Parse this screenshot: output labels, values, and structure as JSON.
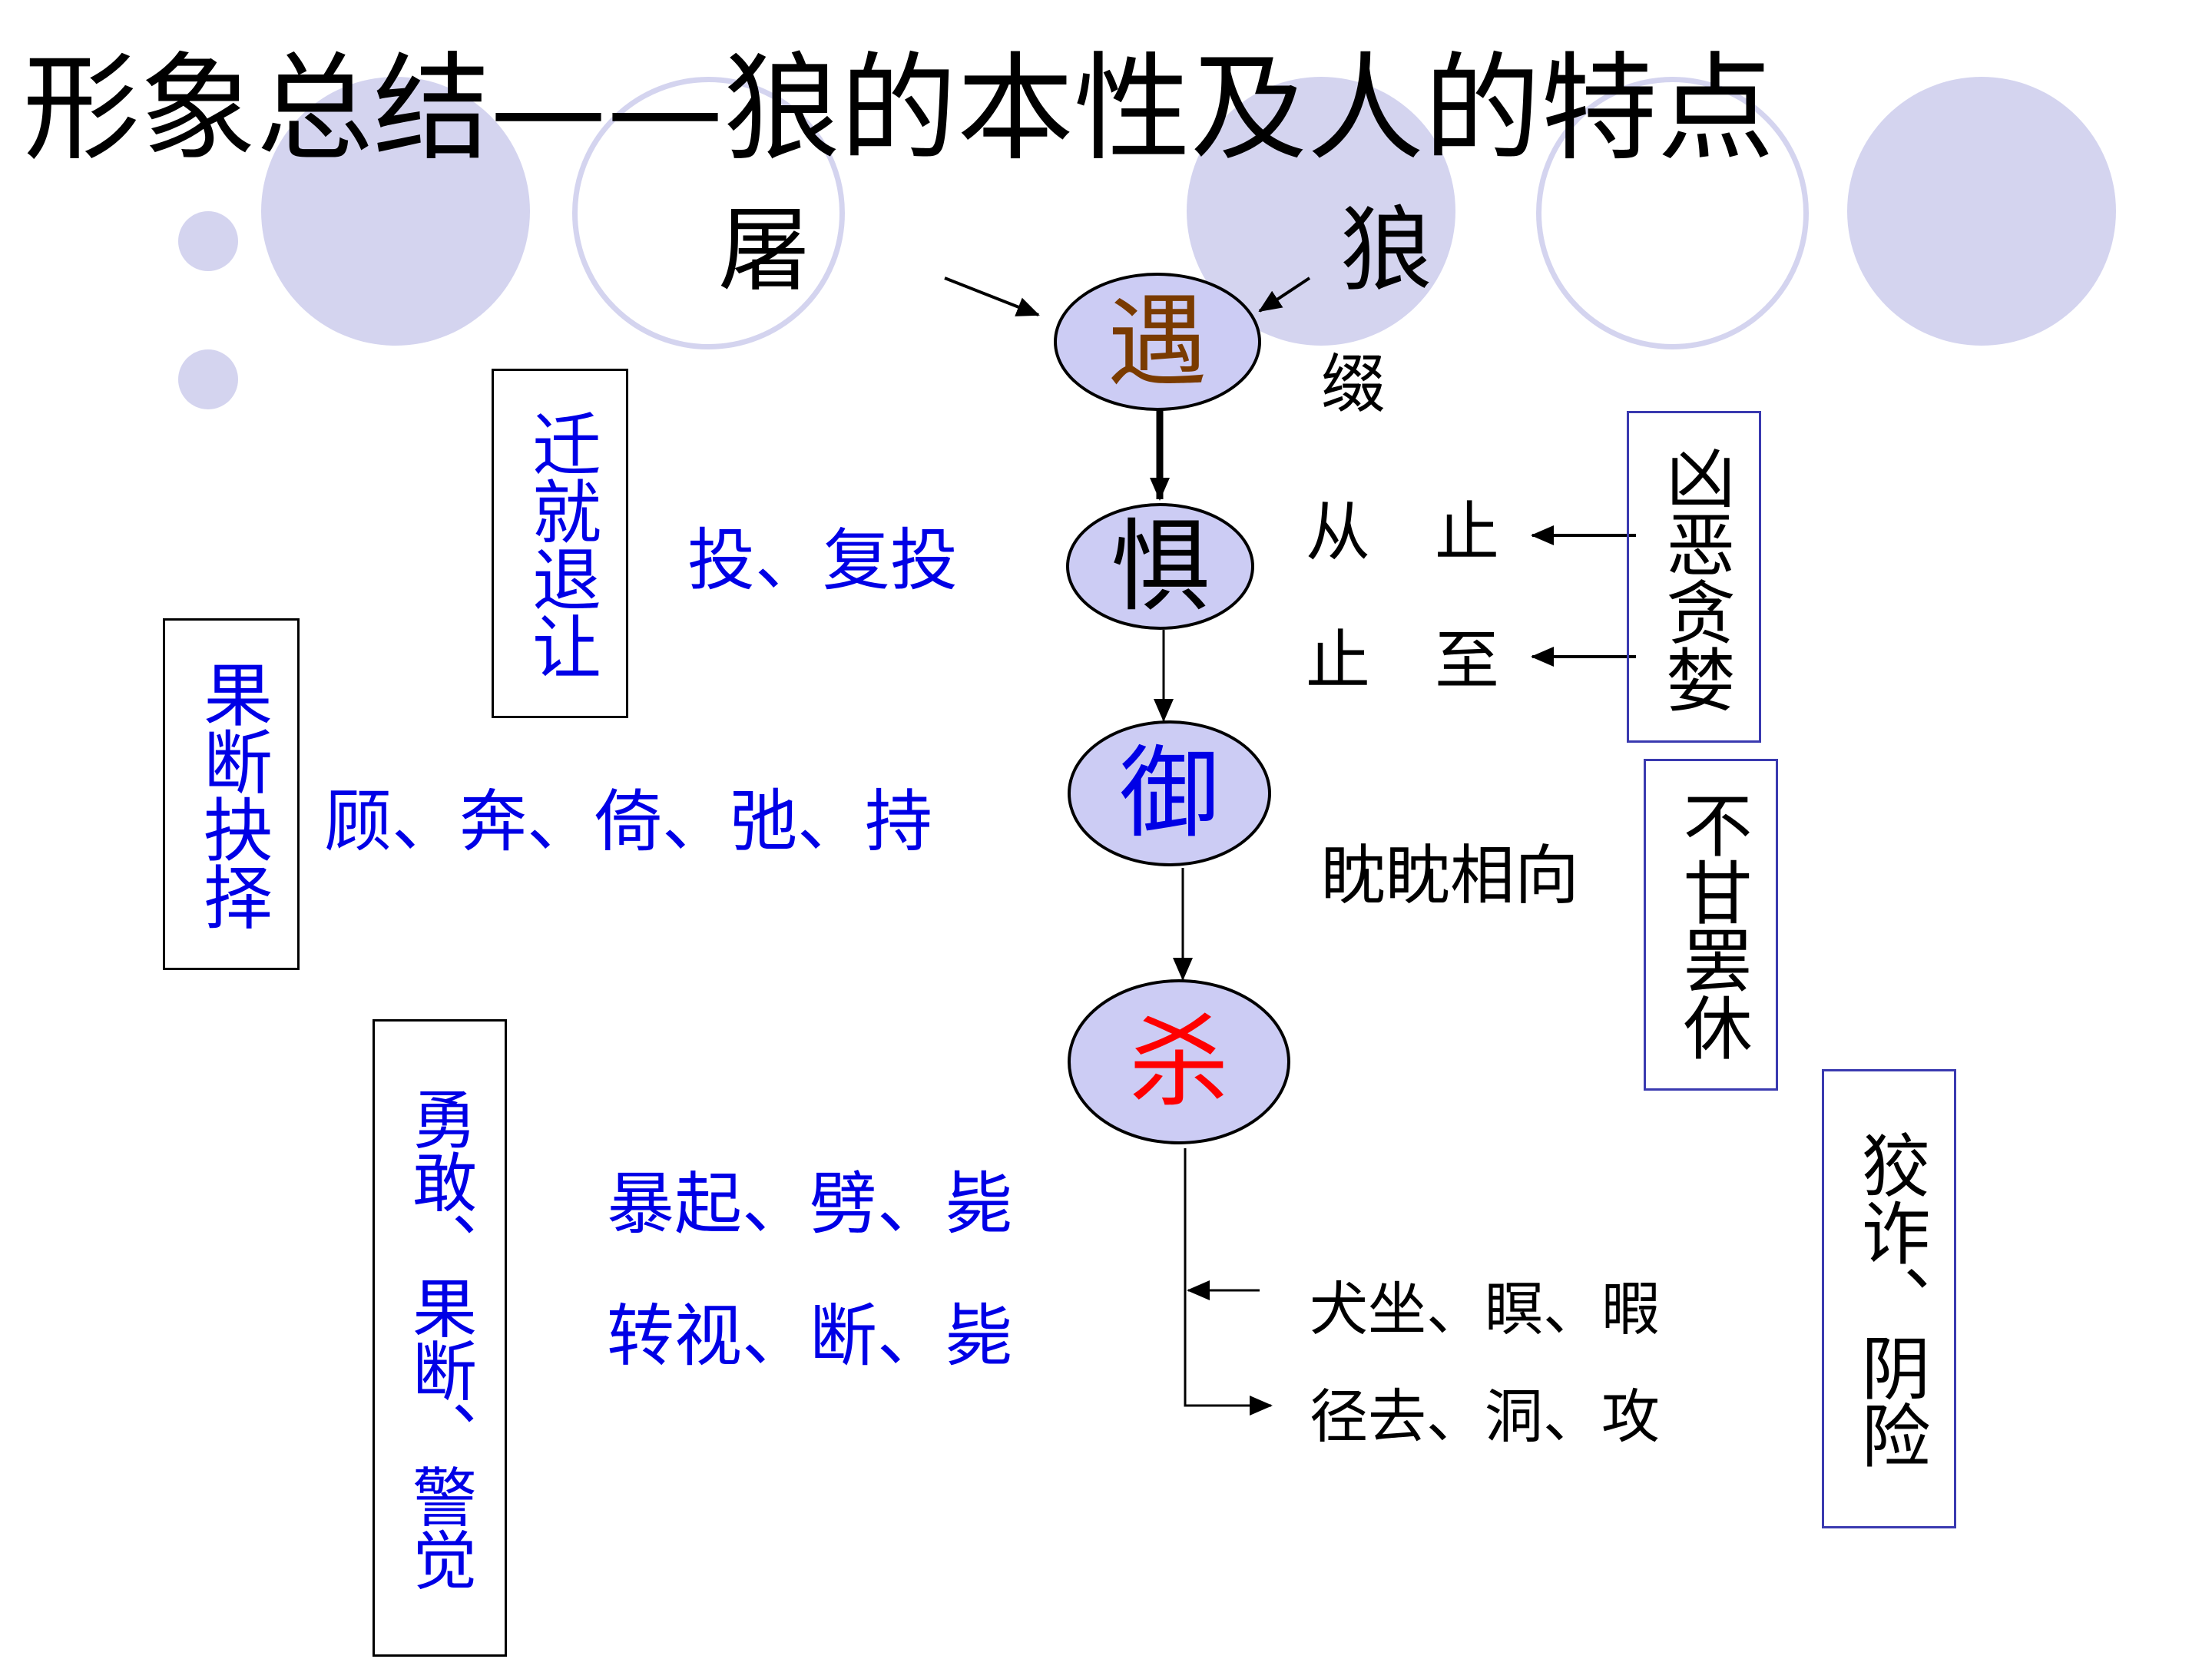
{
  "title": "形象总结——狼的本性及人的特点",
  "top_labels": {
    "butcher": "屠",
    "wolf": "狼"
  },
  "nodes": [
    {
      "id": "yu",
      "label": "遇",
      "color": "#7a3b00"
    },
    {
      "id": "ju",
      "label": "惧",
      "color": "#000000"
    },
    {
      "id": "yu2",
      "label": "御",
      "color": "#0000e6"
    },
    {
      "id": "sha",
      "label": "杀",
      "color": "#ff0000"
    }
  ],
  "wolf_actions": {
    "follow": "缀",
    "stop_follow": "从　止",
    "stop_arrive": "止　至",
    "stare": "眈眈相向",
    "sit": "犬坐、瞑、暇",
    "go": "径去、洞、攻"
  },
  "butcher_actions": {
    "throw": "投、复投",
    "turn": "顾、奔、倚、弛、持",
    "leap": "暴起、劈、毙",
    "look": "转视、断、毙"
  },
  "butcher_traits": {
    "yield": "迁就退让",
    "decisive": "果断抉择",
    "brave": "勇敢、果断、警觉"
  },
  "wolf_traits": {
    "fierce": "凶恶贪婪",
    "unwilling": "不甘罢休",
    "cunning": "狡诈、阴险"
  },
  "colors": {
    "decor": "#d4d4ef",
    "node_fill": "#ccccf4",
    "blue_text": "#0000e6"
  }
}
